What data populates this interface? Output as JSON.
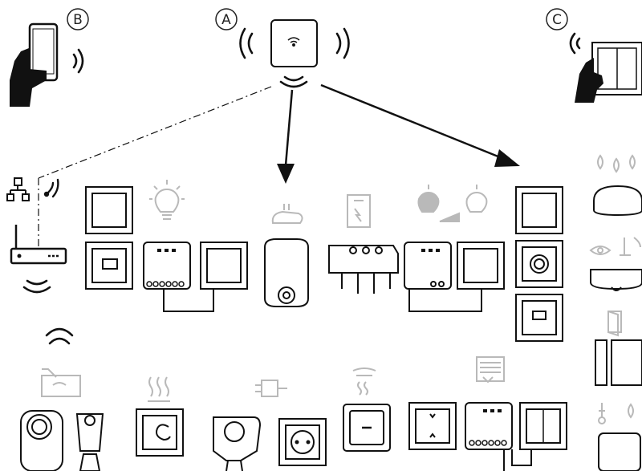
{
  "labels": {
    "a": "A",
    "b": "B",
    "c": "C"
  },
  "colors": {
    "line": "#111111",
    "icon_grey": "#b9b9b9",
    "background": "#ffffff"
  },
  "icons": [
    "smartphone-hand-icon",
    "wifi-controller-icon",
    "wall-switch-hand-icon",
    "network-icon",
    "router-icon",
    "light-bulb-icon",
    "dimmer-bulb-icon",
    "ev-charger-icon",
    "electrical-panel-icon",
    "water-drops-icon",
    "motion-eye-icon",
    "door-window-icon",
    "thermometer-humidity-icon",
    "camera-icon",
    "heating-icon",
    "plug-icon",
    "smoke-icon",
    "shutter-icon"
  ]
}
